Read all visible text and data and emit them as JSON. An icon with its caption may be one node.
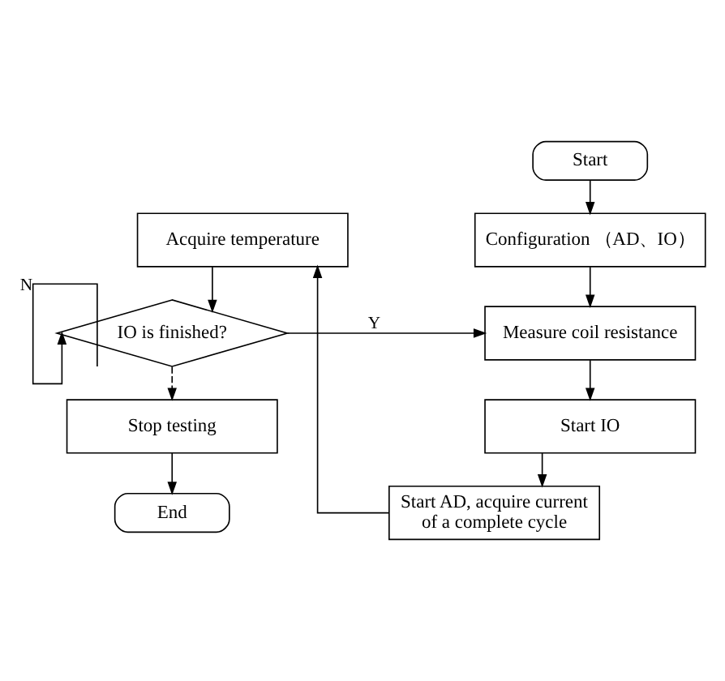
{
  "diagram": {
    "nodes": [
      {
        "text": [
          "Start"
        ]
      },
      {
        "text": [
          "Configuration （AD、IO）"
        ]
      },
      {
        "text": [
          "Measure coil resistance"
        ]
      },
      {
        "text": [
          "Start IO"
        ]
      },
      {
        "text": [
          "Start AD, acquire current of a complete cycle"
        ]
      },
      {
        "text": [
          "Acquire temperature"
        ]
      },
      {
        "text": [
          "IO is finished?"
        ]
      },
      {
        "text": [
          "Stop testing"
        ]
      },
      {
        "text": [
          "End"
        ]
      }
    ],
    "edges": [
      {
        "from": 0,
        "to": 1,
        "arrow": "to"
      },
      {
        "from": 1,
        "to": 2,
        "arrow": "to"
      },
      {
        "from": 2,
        "to": 3,
        "arrow": "to"
      },
      {
        "from": 3,
        "to": 4,
        "arrow": "to"
      },
      {
        "from": 4,
        "to": 5,
        "arrow": "to"
      },
      {
        "from": 5,
        "to": 6,
        "arrow": "to"
      },
      {
        "from": 6,
        "to": 2,
        "arrow": "to",
        "label": "Y"
      },
      {
        "from": 6,
        "to": 6,
        "arrow": "to",
        "label": "N"
      },
      {
        "from": 6,
        "to": 7,
        "arrow": "to",
        "style": "dashed"
      },
      {
        "from": 7,
        "to": 8,
        "arrow": "to"
      }
    ]
  }
}
